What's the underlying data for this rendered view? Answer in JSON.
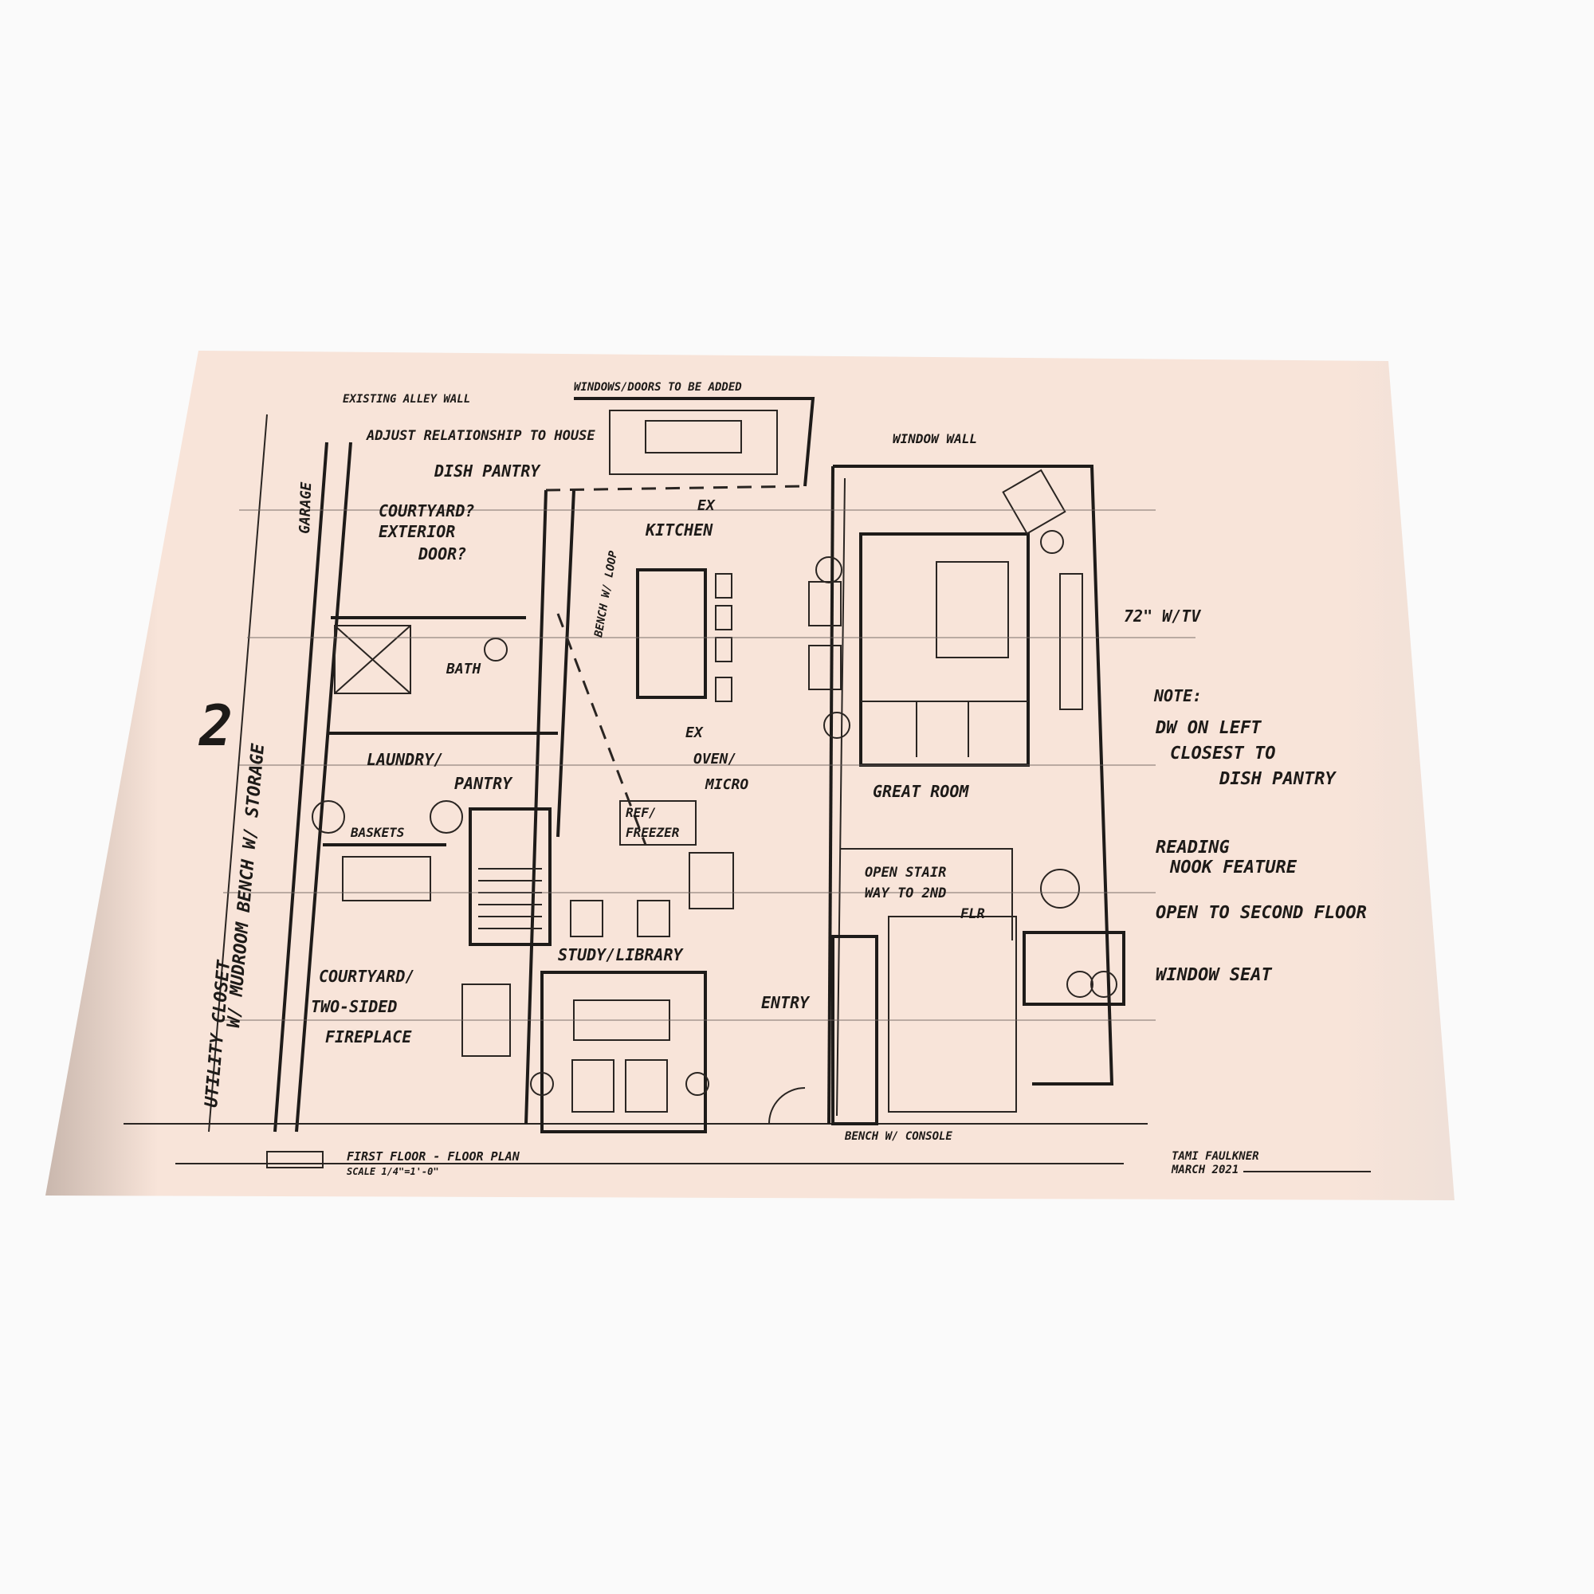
{
  "sheet": {
    "paper_color": "#f8e4d9",
    "ink_color": "#1d1a18",
    "title": "FIRST FLOOR - FLOOR PLAN",
    "scale": "SCALE 1/4\"=1'-0\"",
    "author": "TAMI FAULKNER",
    "date": "MARCH 2021",
    "sheet_number": "2"
  },
  "notes": {
    "existing_wall": "EXISTING ALLEY WALL",
    "adjust": "ADJUST RELATIONSHIP TO HOUSE",
    "windows": "WINDOWS/DOORS TO BE ADDED",
    "dish_pantry": "DISH PANTRY",
    "courtyard_door_1": "COURTYARD?",
    "courtyard_door_2": "EXTERIOR",
    "courtyard_door_3": "DOOR?",
    "garage": "GARAGE",
    "window_wall": "WINDOW WALL",
    "tv": "72\" W/TV",
    "note_title": "NOTE:",
    "note_1": "DW ON LEFT",
    "note_2": "CLOSEST TO",
    "note_3": "DISH PANTRY",
    "reading_1": "READING",
    "reading_2": "NOOK FEATURE",
    "open_second": "OPEN TO SECOND FLOOR",
    "window_seat": "WINDOW SEAT",
    "bench_console": "BENCH W/ CONSOLE",
    "utility_1": "UTILITY CLOSET",
    "utility_2": "W/ MUDROOM BENCH W/ STORAGE",
    "fireplace_1": "COURTYARD/",
    "fireplace_2": "TWO-SIDED",
    "fireplace_3": "FIREPLACE",
    "bench_loop": "BENCH W/ LOOP",
    "baskets": "BASKETS"
  },
  "rooms": {
    "kitchen_1": "EX",
    "kitchen_2": "KITCHEN",
    "bath": "BATH",
    "laundry_1": "LAUNDRY/",
    "laundry_2": "PANTRY",
    "oven_1": "EX",
    "oven_2": "OVEN/",
    "oven_3": "MICRO",
    "ref_1": "REF/",
    "ref_2": "FREEZER",
    "great_room": "GREAT ROOM",
    "stair_1": "OPEN STAIR",
    "stair_2": "WAY TO 2ND",
    "stair_3": "FLR",
    "study": "STUDY/LIBRARY",
    "entry": "ENTRY"
  }
}
